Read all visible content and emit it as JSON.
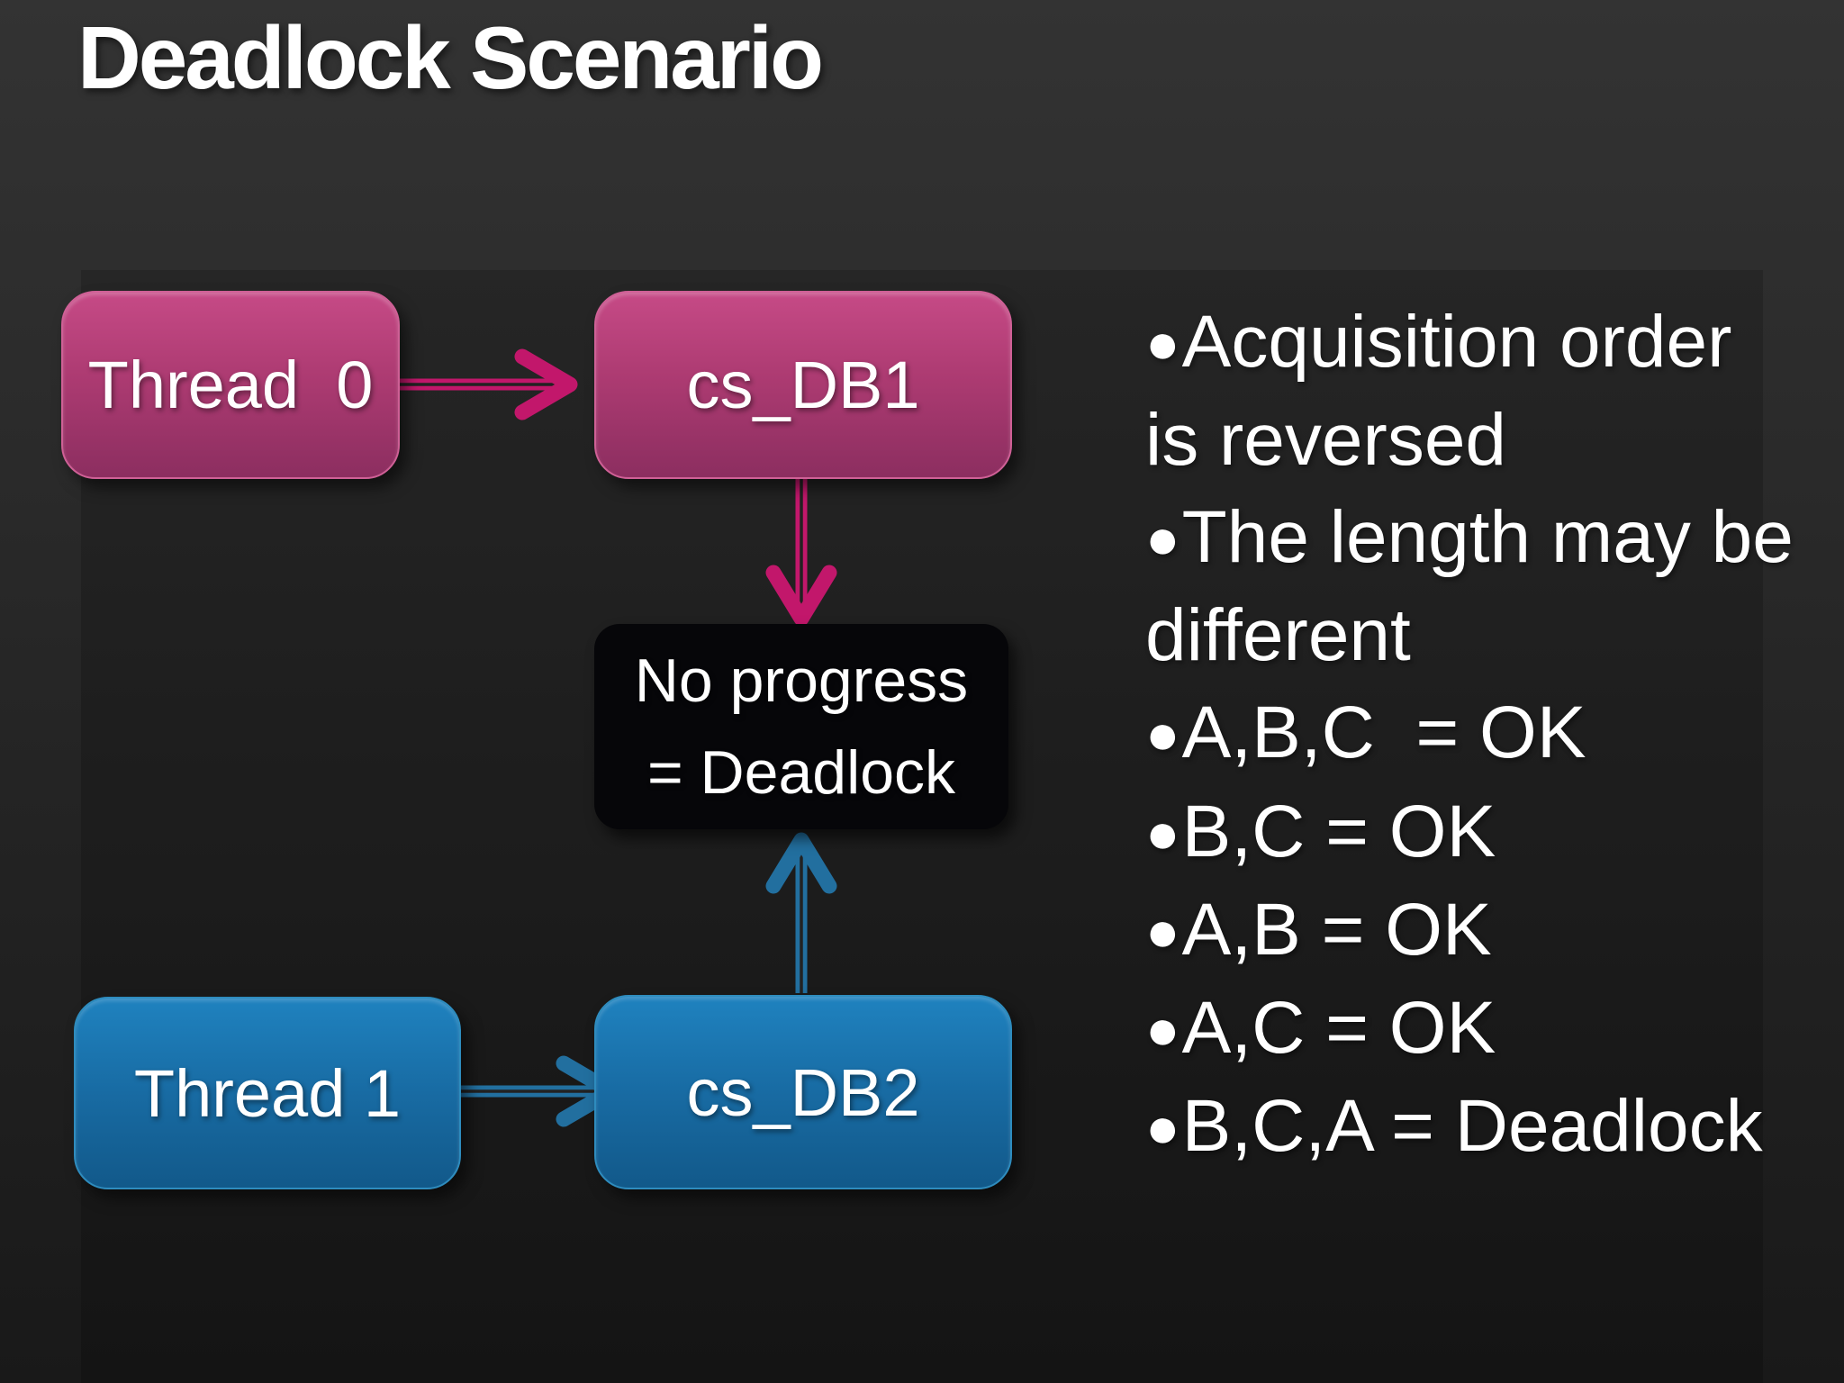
{
  "slide": {
    "title": "Deadlock Scenario"
  },
  "diagram": {
    "thread0_label": "Thread  0",
    "cs_db1_label": "cs_DB1",
    "thread1_label": "Thread 1",
    "cs_db2_label": "cs_DB2",
    "deadlock_label": "No progress\n= Deadlock"
  },
  "bullets": [
    "Acquisition order\nis reversed",
    "The length may be\ndifferent",
    "A,B,C  = OK",
    "B,C = OK",
    "A,B = OK",
    "A,C = OK",
    "B,C,A = Deadlock"
  ],
  "ui": {
    "bullet_glyph": "●"
  },
  "colors": {
    "pink_arrow": "#c2176b",
    "blue_arrow": "#226f9f",
    "arrow_core": "#222222",
    "pink_box_top": "#c64a86",
    "pink_box_bottom": "#8c2e60",
    "blue_box_top": "#1f82bf",
    "blue_box_bottom": "#12598a",
    "deadlock_box": "#060609",
    "text": "#ffffff"
  }
}
